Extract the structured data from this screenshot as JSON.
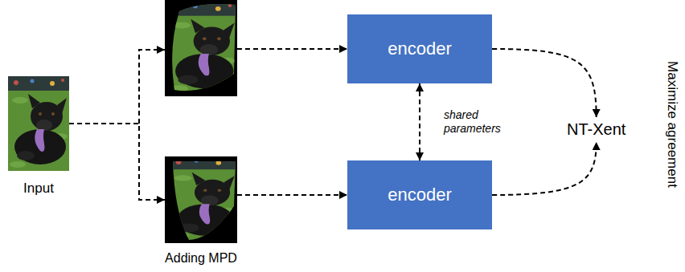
{
  "diagram": {
    "nodes": [
      {
        "text": [
          "Input"
        ]
      },
      {
        "text": [
          "encoder"
        ]
      },
      {
        "text": [
          "Adding MPD"
        ]
      },
      {
        "text": [
          "encoder"
        ]
      },
      {
        "text": [
          "NT-Xent"
        ]
      }
    ],
    "edges": [
      {
        "from": 0,
        "to": 2,
        "arrow": "to"
      },
      {
        "from": 2,
        "to": 3,
        "arrow": "to"
      },
      {
        "from": 1,
        "to": 3,
        "label": "shared parameters",
        "arrow": "both"
      },
      {
        "from": 1,
        "to": 4,
        "arrow": "to"
      },
      {
        "from": 3,
        "to": 4,
        "arrow": "to"
      }
    ],
    "labels": [
      "Maximize agreement"
    ]
  }
}
